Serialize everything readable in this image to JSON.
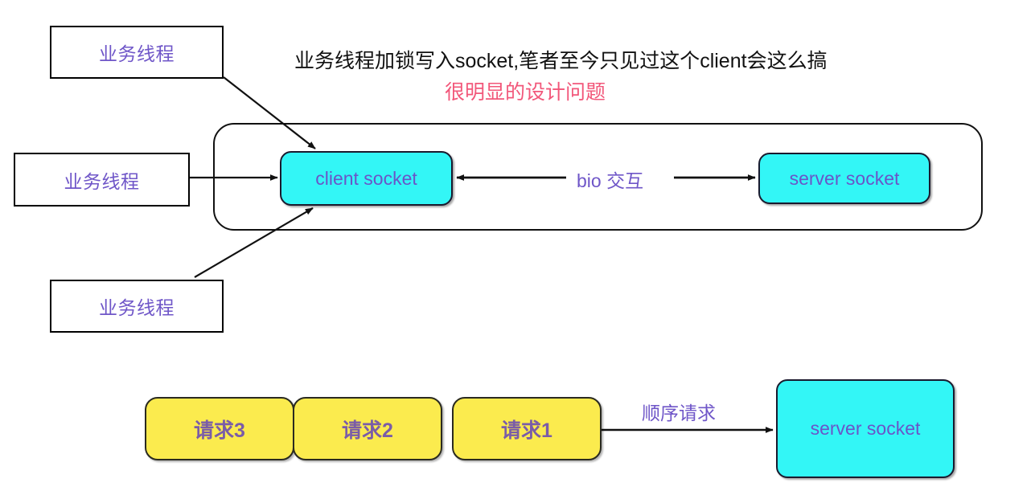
{
  "diagram": {
    "title_line1": "业务线程加锁写入socket,笔者至今只见过这个client会这么搞",
    "title_line2": "很明显的设计问题",
    "colors": {
      "cyan_fill": "#33f6f6",
      "yellow_fill": "#fbeb4e",
      "purple_text": "#6a55c8",
      "pink_text": "#f2577a",
      "border": "#111111",
      "background": "#ffffff"
    },
    "thread_boxes": [
      {
        "label": "业务线程"
      },
      {
        "label": "业务线程"
      },
      {
        "label": "业务线程"
      }
    ],
    "client_socket": {
      "label": "client socket"
    },
    "server_socket_top": {
      "label": "server socket"
    },
    "server_socket_bottom": {
      "label": "server socket"
    },
    "edge_labels": {
      "bio": "bio 交互",
      "sequential": "顺序请求"
    },
    "request_boxes": [
      {
        "label": "请求3"
      },
      {
        "label": "请求2"
      },
      {
        "label": "请求1"
      }
    ]
  }
}
